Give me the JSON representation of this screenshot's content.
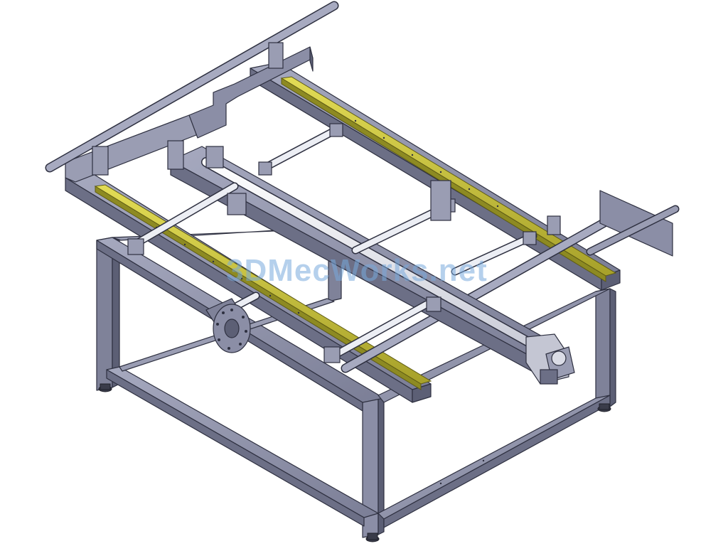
{
  "watermark": {
    "text": "3DMecWorks.net"
  },
  "colors": {
    "frame_face": "#8b8ea6",
    "frame_light": "#b3b6ca",
    "frame_dark": "#5c5f75",
    "edge": "#2e3040",
    "rail": "#c9c23a",
    "rail_dark": "#8d8a22",
    "shaft": "#e9ebf2",
    "background": "#ffffff"
  },
  "parts": [
    "base-frame",
    "leveling-foot",
    "side-rail-left",
    "side-rail-right",
    "linear-guide-left",
    "linear-guide-right",
    "cross-shaft",
    "central-beam",
    "pillow-block-bearing",
    "gear-motor",
    "flange-disc",
    "top-bar",
    "end-plate"
  ]
}
